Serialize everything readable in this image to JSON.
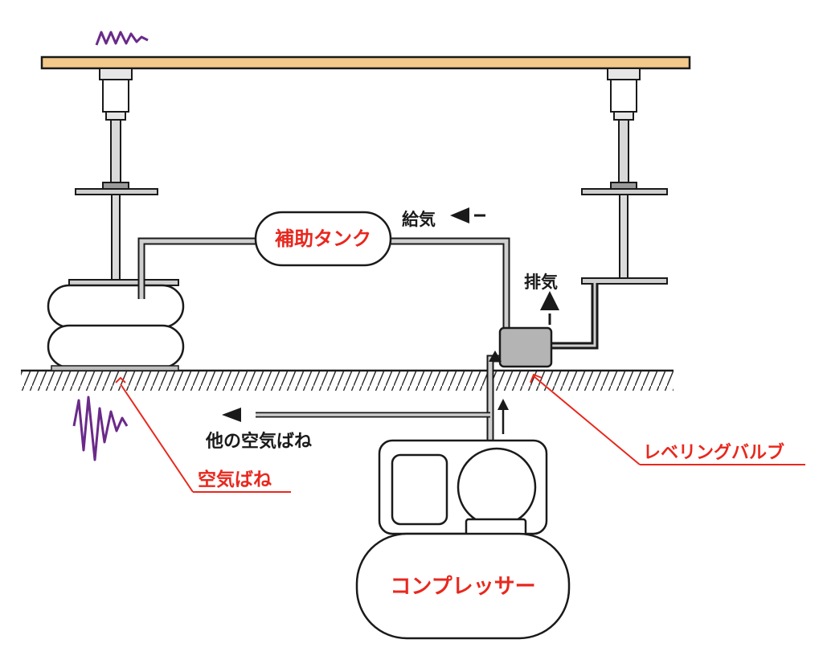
{
  "labels": {
    "aux_tank": "補助タンク",
    "supply": "給気",
    "exhaust": "排気",
    "other_springs": "他の空気ばね",
    "air_spring": "空気ばね",
    "leveling_valve": "レベリングバルブ",
    "compressor": "コンプレッサー"
  },
  "colors": {
    "floor_plate": "#f2c98a",
    "label_red": "#e8281e",
    "annotation_red": "#e8281e",
    "vibration": "#6a2a8a",
    "valve_fill": "#b4b4b4",
    "pipe_fill": "#cfcfcf",
    "outline": "#1a1a1a"
  },
  "icons": {
    "vibration_top": "vibration-zigzag-icon",
    "vibration_bottom": "vibration-zigzag-icon",
    "flow_arrow": "flow-arrow-icon"
  }
}
